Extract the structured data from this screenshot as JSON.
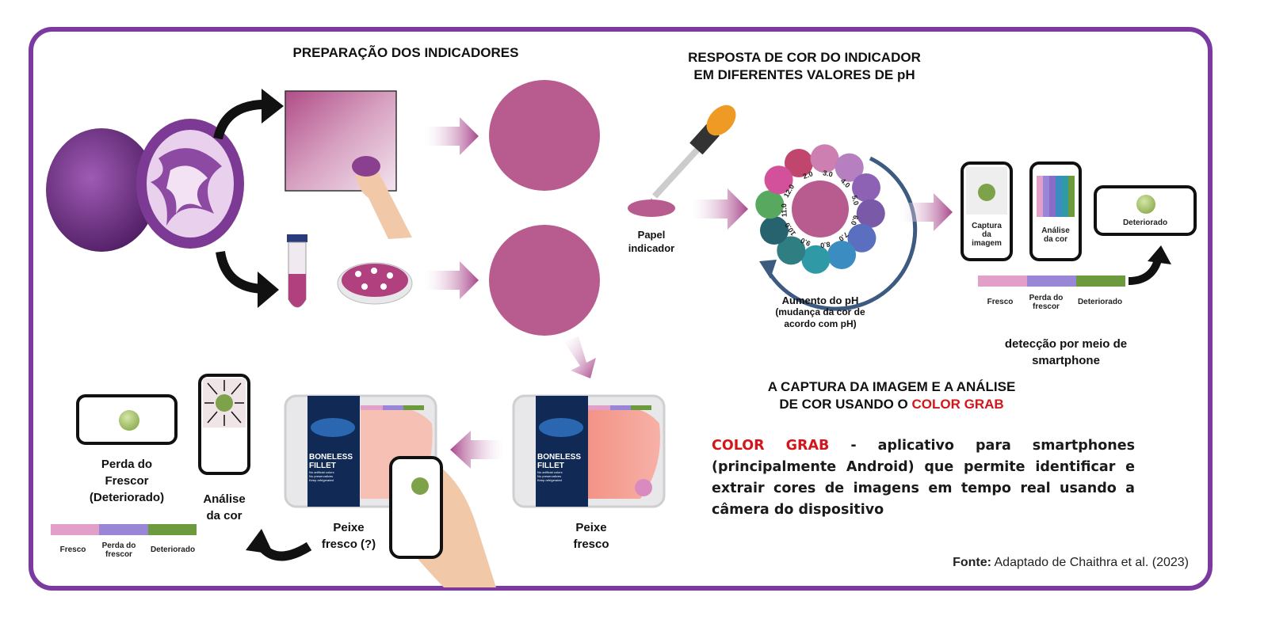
{
  "titles": {
    "prep": "PREPARAÇÃO DOS INDICADORES",
    "response_1": "RESPOSTA DE COR DO INDICADOR",
    "response_2": "EM DIFERENTES VALORES DE pH",
    "capture_1": "A CAPTURA DA IMAGEM E A ANÁLISE",
    "capture_2_prefix": "DE COR USANDO O",
    "capture_2_highlight": "COLOR GRAB"
  },
  "labels": {
    "papel_1": "Papel",
    "papel_2": "indicador",
    "aumento_1": "Aumento do pH",
    "aumento_2": "(mudança da cor de",
    "aumento_3": "acordo com pH)",
    "captura_1": "Captura",
    "captura_2": "da",
    "captura_3": "imagem",
    "analise_1": "Análise",
    "analise_2": "da cor",
    "deteriorado_phone": "Deteriorado",
    "detect_1": "detecção por meio de",
    "detect_2": "smartphone",
    "peixe_fresco_1": "Peixe",
    "peixe_fresco_2": "fresco",
    "peixe_q_1": "Peixe",
    "peixe_q_2": "fresco (?)",
    "analise_bl_1": "Análise",
    "analise_bl_2": "da cor",
    "perda_1": "Perda do",
    "perda_2": "Frescor",
    "perda_3": "(Deteriorado)"
  },
  "scale": {
    "fresco": "Fresco",
    "perda_1": "Perda do",
    "perda_2": "frescor",
    "deteriorado": "Deteriorado",
    "colors": [
      "#e2a0c8",
      "#9a86d6",
      "#6e9a3e"
    ]
  },
  "ph_wheel": {
    "values": [
      "2.0",
      "3.0",
      "4.0",
      "5.0",
      "6.0",
      "7.0",
      "8.0",
      "9.0",
      "10.0",
      "11.0",
      "12.0"
    ],
    "colors": [
      "#c0466e",
      "#cc7fb0",
      "#b57fc0",
      "#8d62b5",
      "#7a5aa8",
      "#5a6fc0",
      "#3b8cc0",
      "#2f9aa6",
      "#2f7f82",
      "#27636e",
      "#58a860",
      "#d3509a"
    ]
  },
  "package": {
    "brand": "BONELESS",
    "product": "FILLET",
    "line1": "No artificial colors",
    "line2": "No preservatives",
    "line3": "Keep refrigerated"
  },
  "description": {
    "highlight": "COLOR GRAB",
    "text": " - aplicativo para smartphones (principalmente Android) que permite identificar e extrair cores de imagens em tempo real usando a câmera do dispositivo"
  },
  "source": {
    "label": "Fonte:",
    "text": " Adaptado de Chaithra et al. (2023)"
  },
  "colors": {
    "frame": "#7b3aa0",
    "indicator": "#b85b8f",
    "highlight_red": "#d4161b",
    "arrow_pink": "#a8468b"
  }
}
